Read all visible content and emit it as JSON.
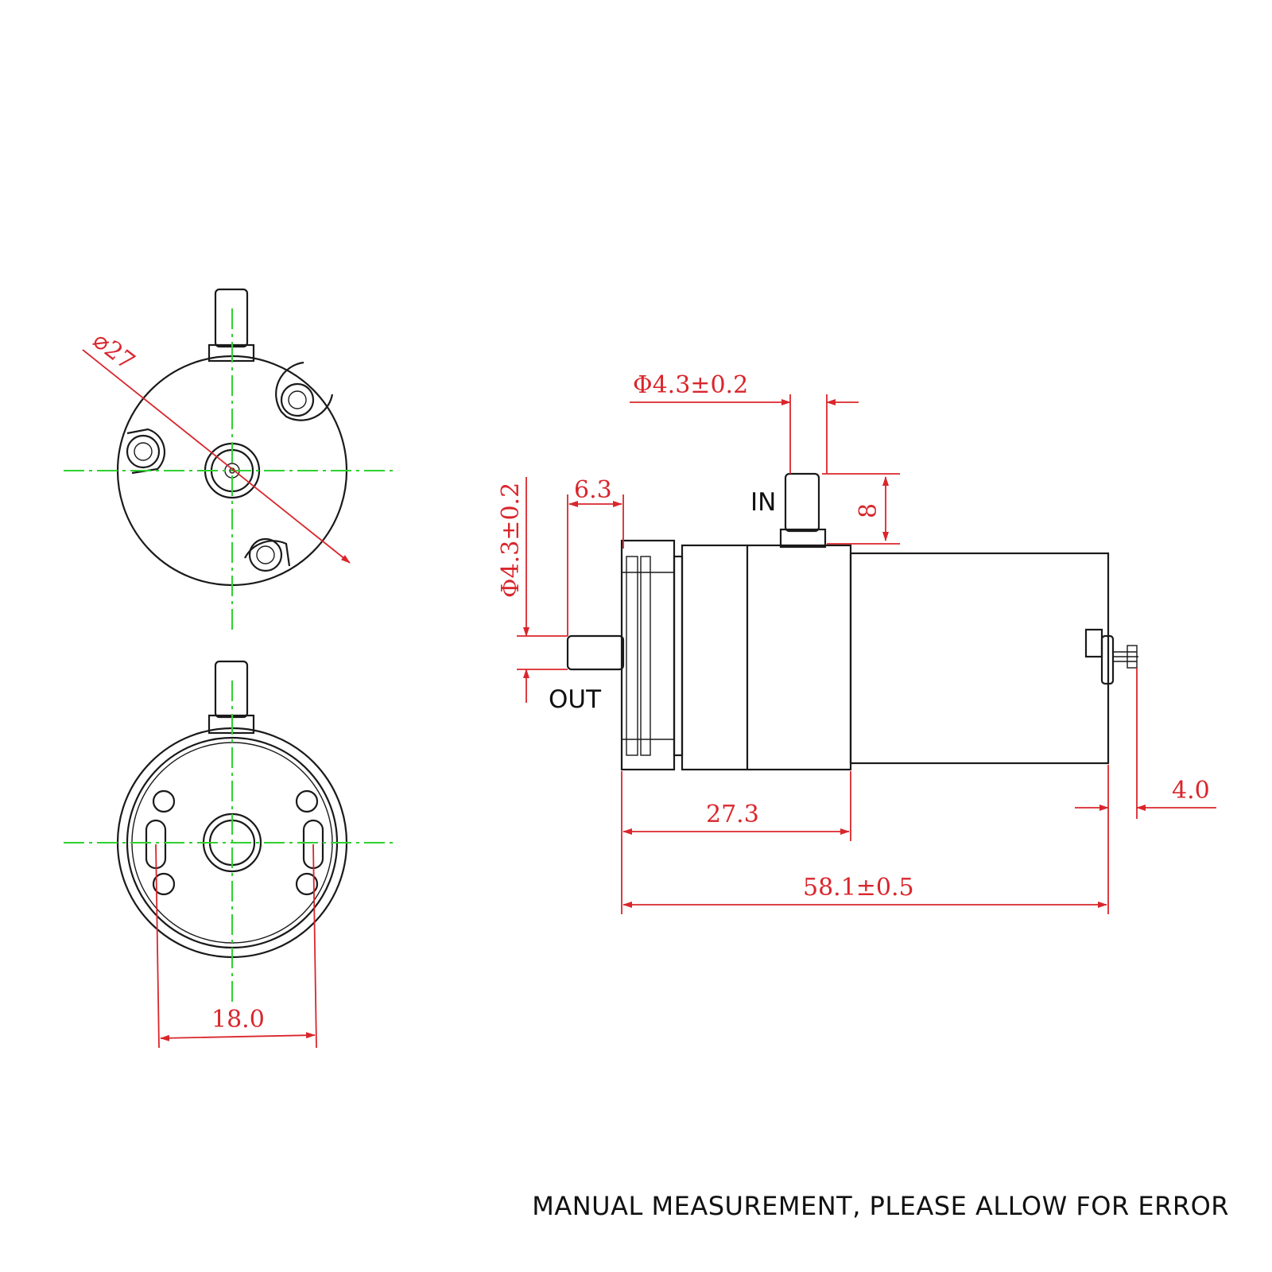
{
  "colors": {
    "outline": "#1a1a1a",
    "centerline": "#2fd12f",
    "dimension": "#d9262c",
    "background": "#ffffff"
  },
  "labels": {
    "inlet": "IN",
    "outlet": "OUT"
  },
  "dimensions": {
    "body_diameter": "⌀27",
    "inlet_diameter": "Φ4.3±0.2",
    "outlet_diameter": "Φ4.3±0.2",
    "outlet_length": "6.3",
    "inlet_length": "8",
    "pump_head_length": "27.3",
    "overall_length": "58.1±0.5",
    "terminal_length": "4.0",
    "mount_hole_spacing": "18.0"
  },
  "note": "MANUAL MEASUREMENT, PLEASE ALLOW FOR ERROR"
}
